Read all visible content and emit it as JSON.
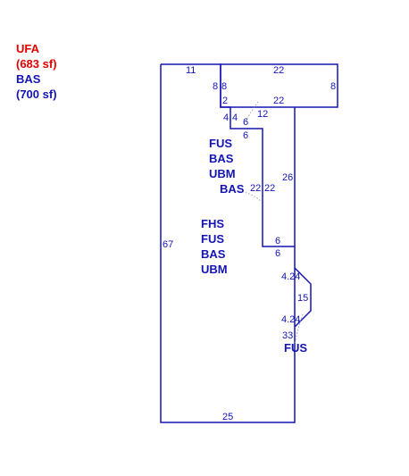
{
  "legend": [
    {
      "text": "UFA",
      "color": "#e00000"
    },
    {
      "text": "(683 sf)",
      "color": "#e00000"
    },
    {
      "text": "BAS",
      "color": "#1414b4"
    },
    {
      "text": "(700 sf)",
      "color": "#1414b4"
    }
  ],
  "colors": {
    "outline": "#1414b4",
    "dimension_text": "#1414b4",
    "area_label": "#1414b4",
    "leader": "#8888aa"
  },
  "dimensions": {
    "d_top_left": "11",
    "d_top_right": "22",
    "d_notch_left_a": "8",
    "d_notch_left_b": "8",
    "d_notch_right": "8",
    "d_step_2": "2",
    "d_step_22": "22",
    "d_four_a": "4",
    "d_four_b": "4",
    "d_twelve": "12",
    "d_six_a": "6",
    "d_six_b": "6",
    "d_mid_22_a": "22",
    "d_mid_22_b": "22",
    "d_right_26": "26",
    "d_six_c": "6",
    "d_six_d": "6",
    "d_left_67": "67",
    "d_bay_a": "4.24",
    "d_bay_b": "15",
    "d_bay_c": "4.24",
    "d_33": "33",
    "d_bottom": "25"
  },
  "labels": {
    "upper_fus": "FUS",
    "upper_bas": "BAS",
    "upper_ubm": "UBM",
    "upper_bas2": "BAS",
    "main_fhs": "FHS",
    "main_fus": "FUS",
    "main_bas": "BAS",
    "main_ubm": "UBM",
    "bay_fus": "FUS"
  }
}
